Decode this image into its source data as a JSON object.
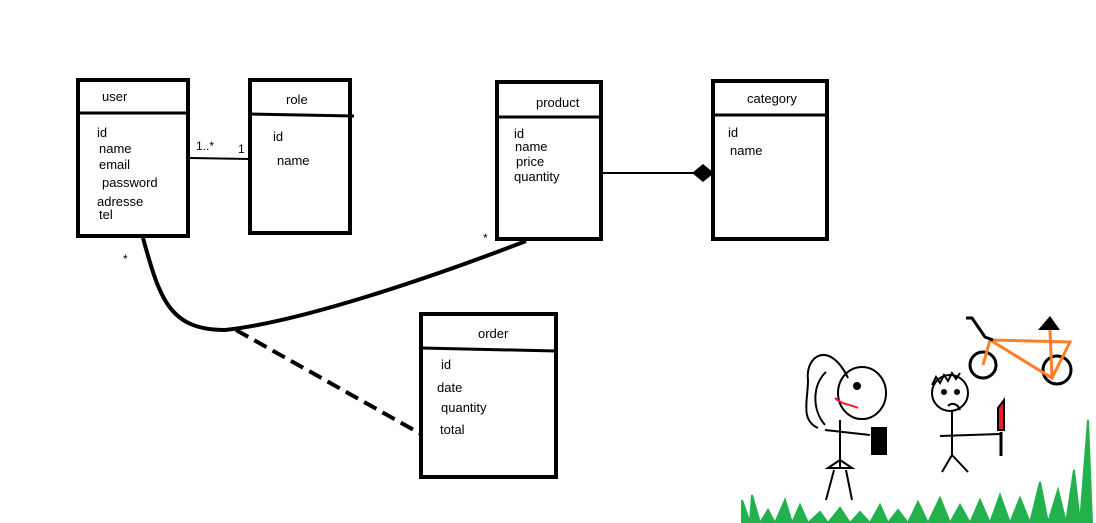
{
  "classes": {
    "user": {
      "title": "user",
      "attributes": [
        "id",
        "name",
        "email",
        "password",
        "adresse",
        "tel"
      ]
    },
    "role": {
      "title": "role",
      "attributes": [
        "id",
        "name"
      ]
    },
    "product": {
      "title": "product",
      "attributes": [
        "id",
        "name",
        "price",
        "quantity"
      ]
    },
    "category": {
      "title": "category",
      "attributes": [
        "id",
        "name"
      ]
    },
    "order": {
      "title": "order",
      "attributes": [
        "id",
        "date",
        "quantity",
        "total"
      ]
    }
  },
  "multiplicities": {
    "user_role_user_end": "1..*",
    "user_role_role_end": "1",
    "user_order_user_end": "*",
    "product_order_product_end": "*"
  },
  "colors": {
    "ink": "#000000",
    "bicycle": "#ff7f27",
    "blood": "#ed1c24",
    "grass": "#22b14c"
  }
}
